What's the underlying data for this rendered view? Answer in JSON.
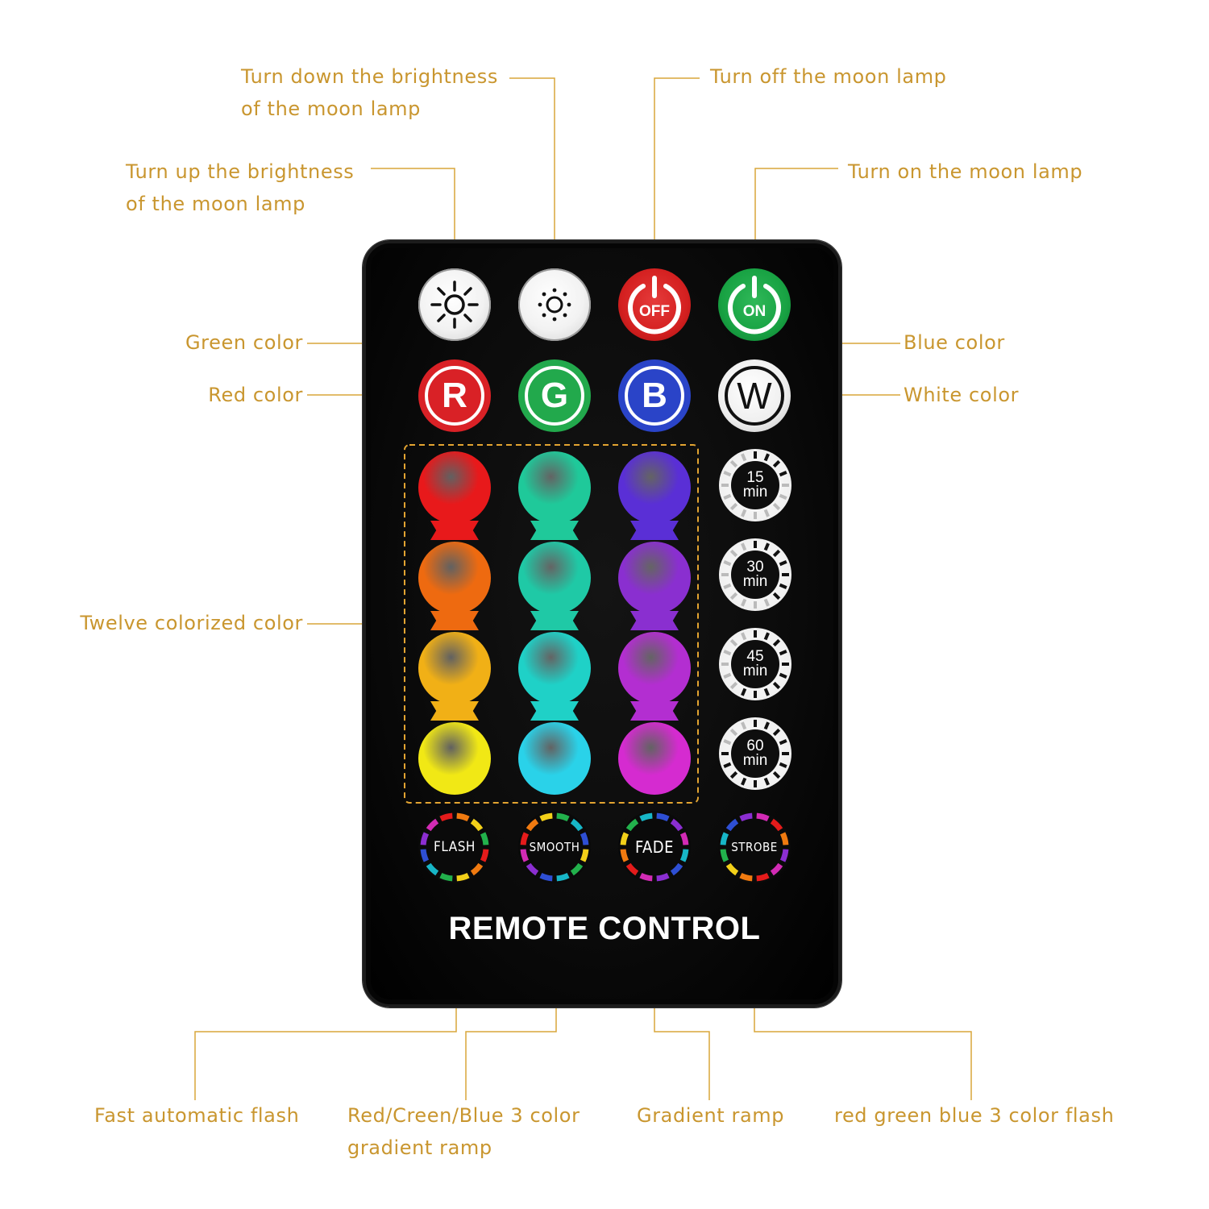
{
  "labels": {
    "brightness_down": [
      "Turn down the brightness",
      "of the moon lamp"
    ],
    "brightness_up": [
      "Turn up the brightness",
      "of the moon lamp"
    ],
    "off": "Turn off the moon lamp",
    "on": "Turn on the moon lamp",
    "green": "Green color",
    "red": "Red color",
    "blue": "Blue color",
    "white": "White color",
    "twelve": "Twelve colorized color",
    "flash": "Fast automatic flash",
    "smooth": [
      "Red/Creen/Blue 3 color",
      "gradient ramp"
    ],
    "fade": "Gradient ramp",
    "strobe": "red green blue 3 color flash"
  },
  "remote": {
    "off_label": "OFF",
    "on_label": "ON",
    "r": "R",
    "g": "G",
    "b": "B",
    "w": "W",
    "timers": [
      {
        "num": "15",
        "unit": "min"
      },
      {
        "num": "30",
        "unit": "min"
      },
      {
        "num": "45",
        "unit": "min"
      },
      {
        "num": "60",
        "unit": "min"
      }
    ],
    "modes": [
      "FLASH",
      "SMOOTH",
      "FADE",
      "STROBE"
    ],
    "brand": "REMOTE CONTROL"
  },
  "colors": {
    "label": "#c9962f",
    "column1": [
      "#e8191b",
      "#ee6a10",
      "#f1b016",
      "#f1e815"
    ],
    "column2": [
      "#1fc99a",
      "#1fc9a6",
      "#1fd1c7",
      "#2ad2e9"
    ],
    "column3": [
      "#5a2fd6",
      "#8a2fd0",
      "#b32ed1",
      "#d52bd0"
    ]
  }
}
